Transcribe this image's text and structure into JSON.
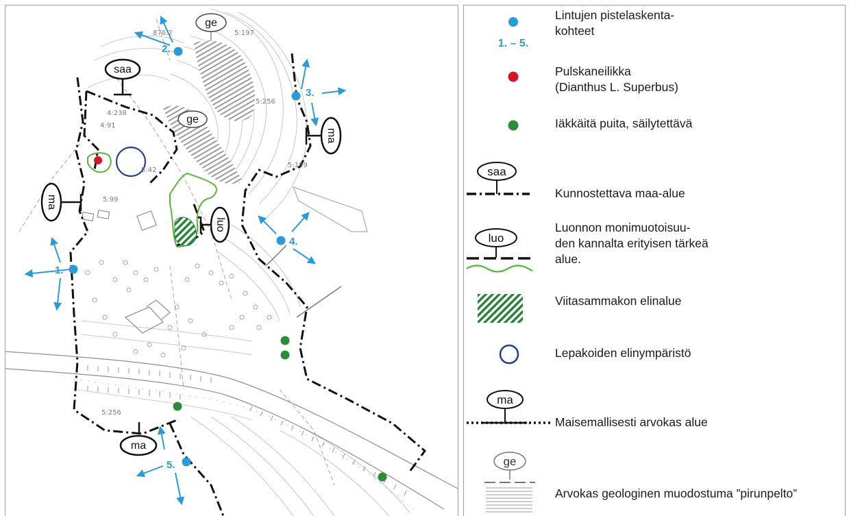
{
  "map": {
    "points": [
      {
        "label": "1."
      },
      {
        "label": "2."
      },
      {
        "label": "3."
      },
      {
        "label": "4."
      },
      {
        "label": "5."
      }
    ],
    "zone_tags": {
      "saa": "saa",
      "ma_left": "ma",
      "ma_right": "ma",
      "ma_bottom": "ma",
      "ge_top": "ge",
      "ge_mid": "ge",
      "luo": "luo"
    },
    "elevation_labels": [
      "876:2",
      "5:197",
      "4:238",
      "4:91",
      "5:99",
      "5:256",
      "5:256",
      "5:199",
      "5:42"
    ],
    "colors": {
      "bird_point": "#2a9ad8",
      "pink_flower": "#d5152a",
      "old_tree": "#2c8c38",
      "bat_circle": "#1f3f8f",
      "frog_hatch": "#27853a",
      "biodiversity_line": "#5ab43c"
    }
  },
  "legend": {
    "items": [
      {
        "lines": [
          "Lintujen pistelaskenta-",
          "kohteet"
        ],
        "symbol_label": "1. – 5."
      },
      {
        "lines": [
          "Pulskaneilikka",
          "(Dianthus L. Superbus)"
        ]
      },
      {
        "lines": [
          "Iäkkäitä puita, säilytettävä"
        ]
      },
      {
        "lines": [
          "Kunnostettava maa-alue"
        ],
        "symbol_label": "saa"
      },
      {
        "lines": [
          "Luonnon monimuotoisuu-",
          "den kannalta erityisen tärkeä",
          "alue."
        ],
        "symbol_label": "luo"
      },
      {
        "lines": [
          "Viitasammakon elinalue"
        ]
      },
      {
        "lines": [
          "Lepakoiden elinympäristö"
        ]
      },
      {
        "lines": [
          "Maisemallisesti arvokas alue"
        ],
        "symbol_label": "ma"
      },
      {
        "lines": [
          "Arvokas geologinen muodostuma ”pirunpelto”"
        ],
        "symbol_label": "ge"
      }
    ]
  }
}
